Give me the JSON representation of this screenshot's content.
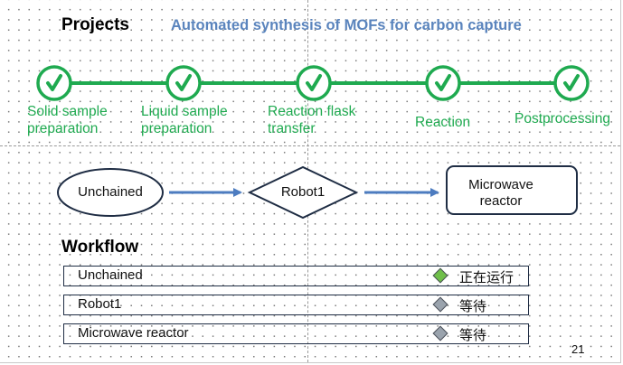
{
  "header": {
    "title": "Projects",
    "subtitle": "Automated synthesis of MOFs for carbon capture"
  },
  "pipeline": {
    "accent_color": "#1faa50",
    "check_icon": "checkmark-icon",
    "steps": [
      {
        "label": "Solid sample\npreparation",
        "status": "done"
      },
      {
        "label": "Liquid sample\npreparation",
        "status": "done"
      },
      {
        "label": "Reaction flask\ntransfer",
        "status": "done"
      },
      {
        "label": "Reaction",
        "status": "done"
      },
      {
        "label": "Postprocessing",
        "status": "done"
      }
    ]
  },
  "flow": {
    "edge_color": "#4d7cc0",
    "nodes": [
      {
        "label": "Unchained",
        "shape": "ellipse"
      },
      {
        "label": "Robot1",
        "shape": "diamond"
      },
      {
        "label": "Microwave\nreactor",
        "shape": "rounded-rect"
      }
    ]
  },
  "workflow": {
    "title": "Workflow",
    "rows": [
      {
        "name": "Unchained",
        "status": "正在运行",
        "indicator_color": "#6fbf4a"
      },
      {
        "name": "Robot1",
        "status": "等待",
        "indicator_color": "#9aa3ad"
      },
      {
        "name": "Microwave reactor",
        "status": "等待",
        "indicator_color": "#9aa3ad"
      }
    ]
  },
  "footer": {
    "page_number": "21"
  }
}
